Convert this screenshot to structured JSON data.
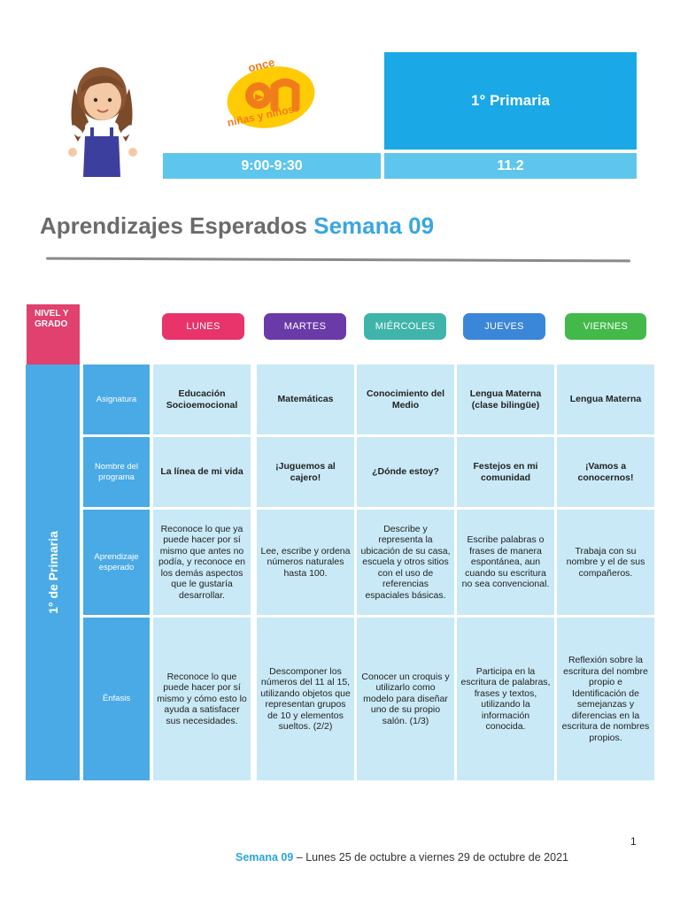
{
  "header": {
    "grade": "1° Primaria",
    "time": "9:00-9:30",
    "code": "11.2",
    "logo": {
      "top": "once",
      "main": "on",
      "bottom": "niñas y niños"
    }
  },
  "title": {
    "prefix": "Aprendizajes Esperados",
    "accent": "Semana 09"
  },
  "nivel_label": [
    "NIVEL Y",
    "GRADO"
  ],
  "side_label": "1° de Primaria",
  "days": [
    {
      "label": "LUNES",
      "color": "#e8336b"
    },
    {
      "label": "MARTES",
      "color": "#6a3aa8"
    },
    {
      "label": "MIÉRCOLES",
      "color": "#3fb4aa"
    },
    {
      "label": "JUEVES",
      "color": "#3a86d8"
    },
    {
      "label": "VIERNES",
      "color": "#43b94a"
    }
  ],
  "rows": [
    {
      "label": "Asignatura",
      "cells": [
        "Educación Socioemocional",
        "Matemáticas",
        "Conocimiento del Medio",
        "Lengua Materna (clase bilingüe)",
        "Lengua Materna"
      ]
    },
    {
      "label": "Nombre del programa",
      "cells": [
        "La línea de mi vida",
        "¡Juguemos al cajero!",
        "¿Dónde estoy?",
        "Festejos en mi comunidad",
        "¡Vamos a conocernos!"
      ]
    },
    {
      "label": "Aprendizaje esperado",
      "cells": [
        "Reconoce lo que ya puede hacer por sí mismo que antes no podía, y reconoce en los demás aspectos que le gustaría desarrollar.",
        "Lee, escribe y ordena números naturales hasta 100.",
        "Describe y representa la ubicación de su casa, escuela y otros sitios con el uso de referencias espaciales básicas.",
        "Escribe palabras o frases de manera espontánea, aun cuando su escritura no sea convencional.",
        "Trabaja con su nombre y el de sus compañeros."
      ]
    },
    {
      "label": "Énfasis",
      "cells": [
        "Reconoce lo que puede hacer por sí mismo y cómo esto lo ayuda a satisfacer sus necesidades.",
        "Descomponer los números del 11 al 15, utilizando objetos que representan grupos de 10 y elementos sueltos. (2/2)",
        "Conocer un croquis y utilizarlo como modelo para diseñar uno de su propio salón. (1/3)",
        "Participa en la escritura de palabras, frases y textos, utilizando la información conocida.",
        "Reflexión sobre la escritura del nombre propio e Identificación de semejanzas y diferencias en la escritura de nombres propios."
      ]
    }
  ],
  "page_number": "1",
  "footer": {
    "accent": "Semana 09",
    "text": " – Lunes 25 de octubre a viernes 29 de octubre de 2021"
  }
}
